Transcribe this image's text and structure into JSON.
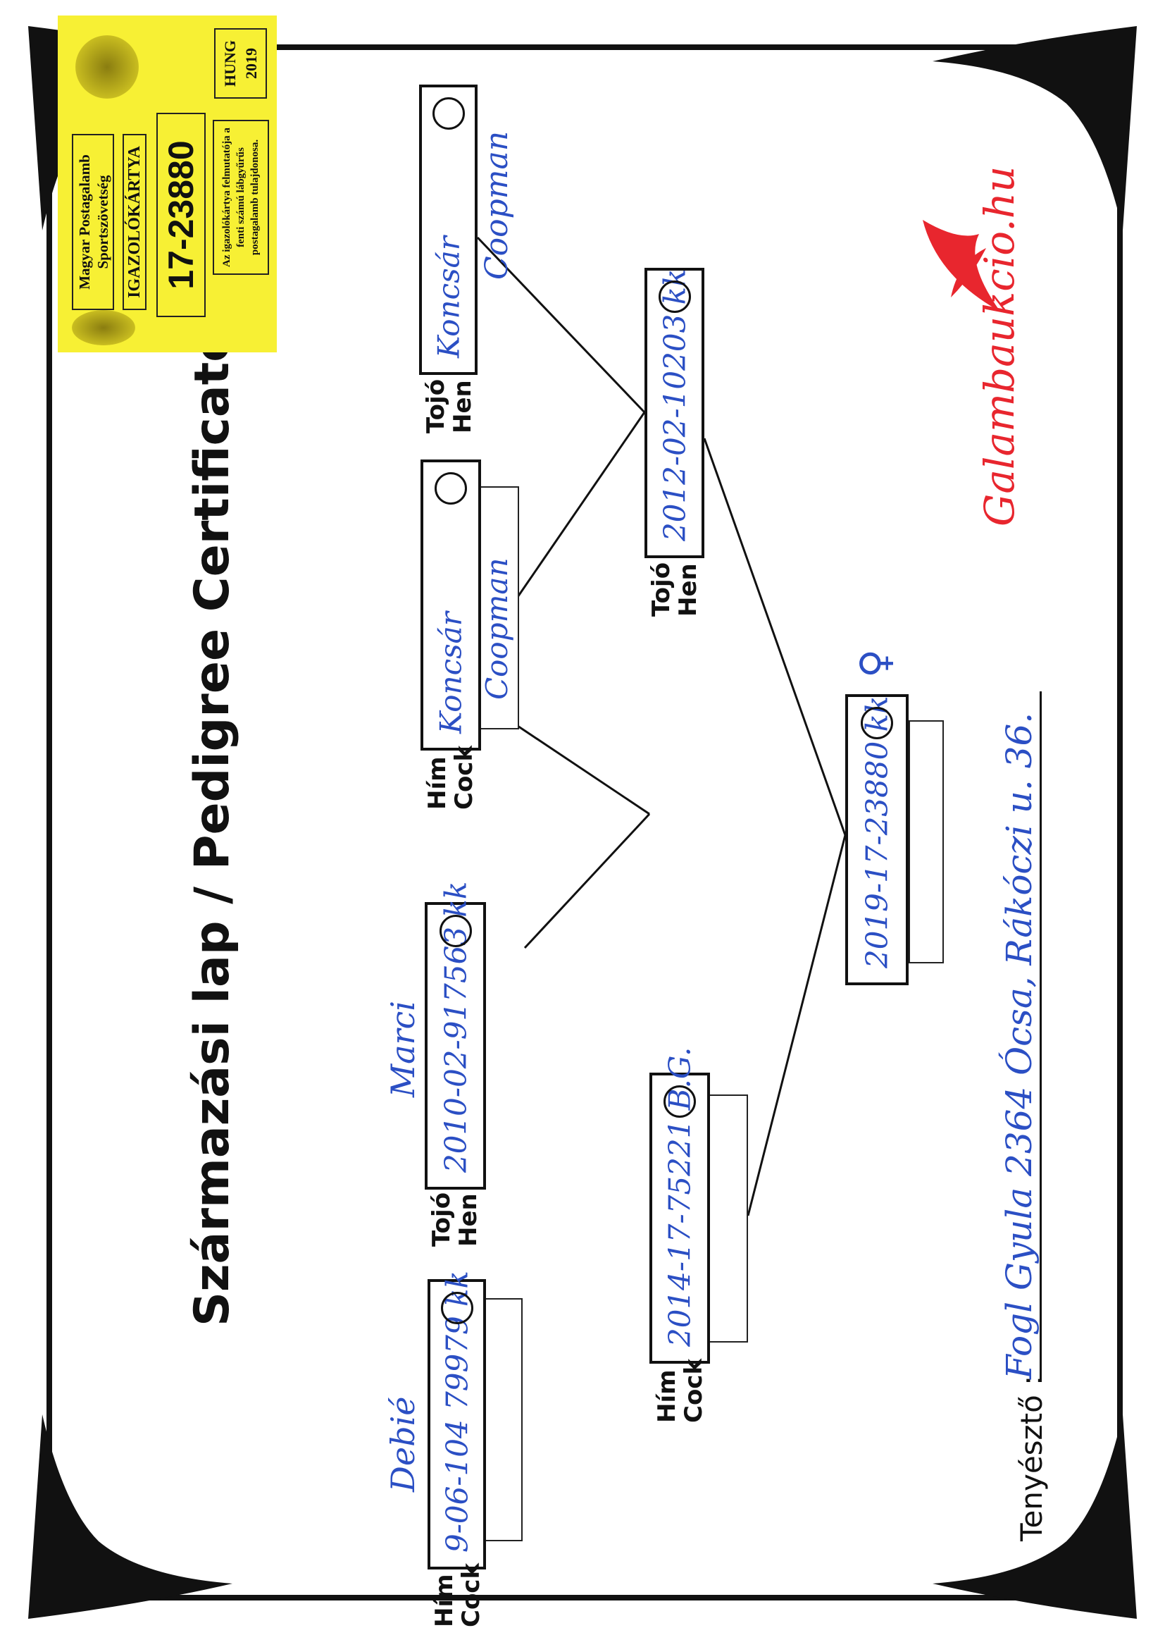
{
  "title": "Származási lap / Pedigree Certificate",
  "id_card": {
    "org": "Magyar Postagalamb Sportszövetség",
    "type": "IGAZOLÓKÁRTYA",
    "number": "17-23880",
    "country_year": "HUNG 2019",
    "note": "Az igazolókártya felmutatója a fenti számú lábgyűrűs postagalamb tulajdonosa."
  },
  "labels": {
    "cock": "Hím Cock",
    "hen": "Tojó Hen"
  },
  "pigeons": {
    "main": {
      "ring": "2019-17-23880 kk",
      "sex_symbol": "♀"
    },
    "sire": {
      "ring": "2014-17-75221 B.G."
    },
    "dam": {
      "ring": "2012-02-10203 kk"
    },
    "sire_sire": {
      "name": "Debié",
      "ring": "9-06-104 79979 kk"
    },
    "sire_dam": {
      "name": "Marci",
      "ring": "2010-02-917563 kk"
    },
    "dam_sire": {
      "ring": "Koncsár",
      "note": "Coopman"
    },
    "dam_dam": {
      "ring": "Koncsár",
      "note": "Coopman"
    }
  },
  "breeder": {
    "label": "Tenyésztő :",
    "value": "Fogl Gyula 2364 Ócsa, Rákóczi u. 36."
  },
  "logo": {
    "text": "Galambaukcio.hu",
    "color": "#e8262e"
  }
}
